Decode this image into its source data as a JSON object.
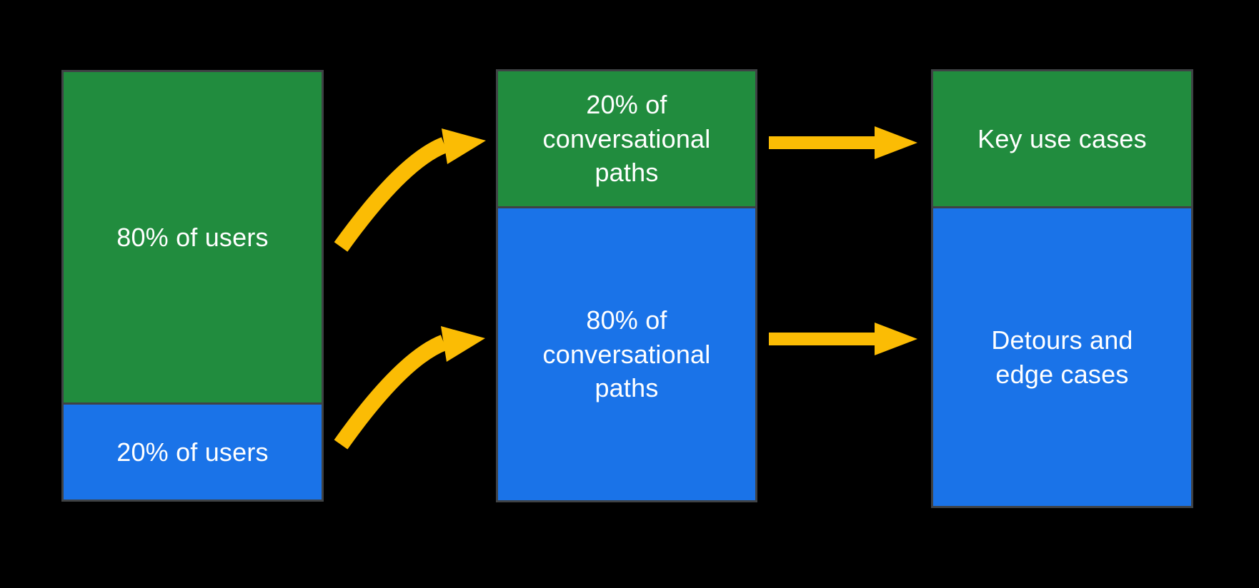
{
  "colors": {
    "background": "#000000",
    "bar_green": "#218c3e",
    "bar_blue": "#1a73e8",
    "arrow_yellow": "#fbbc04",
    "bar_border": "#3f4245",
    "label_text": "#ffffff"
  },
  "diagram": {
    "columns": [
      {
        "name": "users",
        "segments": [
          {
            "label": "80% of users",
            "color": "bar_green"
          },
          {
            "label": "20% of users",
            "color": "bar_blue"
          }
        ]
      },
      {
        "name": "conversational-paths",
        "segments": [
          {
            "label": "20% of\nconversational\npaths",
            "color": "bar_green"
          },
          {
            "label": "80% of\nconversational\npaths",
            "color": "bar_blue"
          }
        ]
      },
      {
        "name": "outcomes",
        "segments": [
          {
            "label": "Key use cases",
            "color": "bar_green"
          },
          {
            "label": "Detours and\nedge cases",
            "color": "bar_blue"
          }
        ]
      }
    ],
    "arrows": [
      {
        "name": "users-80-to-20-percent-paths",
        "style": "curved"
      },
      {
        "name": "users-20-to-80-percent-paths",
        "style": "curved"
      },
      {
        "name": "20-percent-paths-to-key-use-cases",
        "style": "straight"
      },
      {
        "name": "80-percent-paths-to-detours-and-edge-cases",
        "style": "straight"
      }
    ]
  }
}
